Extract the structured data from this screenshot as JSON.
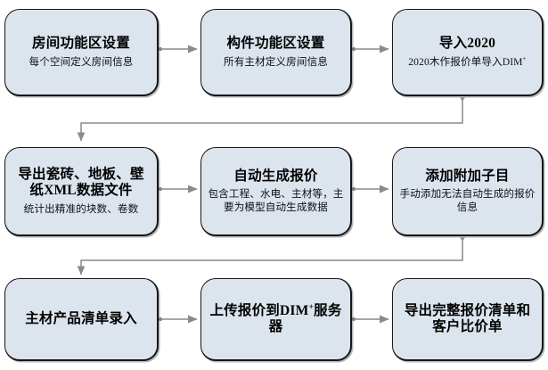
{
  "diagram": {
    "title_text": "",
    "background_color": "#ffffff",
    "node_fill_color": "#dce4ee",
    "node_border_color": "#161616",
    "connector_color": "#808080",
    "nodes": [
      {
        "id": "room-function-zone-setup",
        "title": "房间功能区设置",
        "subtitle": "每个空间定义房间信息",
        "row": 1,
        "col": 1
      },
      {
        "id": "component-function-zone-setup",
        "title": "构件功能区设置",
        "subtitle": "所有主材定义房间信息",
        "row": 1,
        "col": 2
      },
      {
        "id": "import-2020",
        "title": "导入2020",
        "subtitle": "2020木作报价单导入DIM⁺",
        "row": 1,
        "col": 3
      },
      {
        "id": "export-tile-floor-wallpaper-xml",
        "title": "导出瓷砖、地板、壁纸XML数据文件",
        "subtitle": "统计出精准的块数、卷数",
        "row": 2,
        "col": 1
      },
      {
        "id": "auto-generate-quotation",
        "title": "自动生成报价",
        "subtitle": "包含工程、水电、主材等，主要为模型自动生成数据",
        "row": 2,
        "col": 2
      },
      {
        "id": "add-attached-subitem",
        "title": "添加附加子目",
        "subtitle": "手动添加无法自动生成的报价信息",
        "row": 2,
        "col": 3
      },
      {
        "id": "main-material-product-list-entry",
        "title": "主材产品清单录入",
        "subtitle": "",
        "row": 3,
        "col": 1
      },
      {
        "id": "upload-quotation-to-dim-server",
        "title": "上传报价到DIM⁺服务器",
        "subtitle": "",
        "row": 3,
        "col": 2
      },
      {
        "id": "export-full-quotation-and-comparison",
        "title": "导出完整报价清单和客户比价单",
        "subtitle": "",
        "row": 3,
        "col": 3
      }
    ],
    "connectors": [
      {
        "id": "arrow-r1c1-to-r1c2",
        "from": "room-function-zone-setup",
        "to": "component-function-zone-setup",
        "kind": "horizontal"
      },
      {
        "id": "arrow-r1c2-to-r1c3",
        "from": "component-function-zone-setup",
        "to": "import-2020",
        "kind": "horizontal"
      },
      {
        "id": "arrow-r1c3-to-r2c1",
        "from": "import-2020",
        "to": "export-tile-floor-wallpaper-xml",
        "kind": "row-wrap"
      },
      {
        "id": "arrow-r2c1-to-r2c2",
        "from": "export-tile-floor-wallpaper-xml",
        "to": "auto-generate-quotation",
        "kind": "horizontal"
      },
      {
        "id": "arrow-r2c2-to-r2c3",
        "from": "auto-generate-quotation",
        "to": "add-attached-subitem",
        "kind": "horizontal"
      },
      {
        "id": "arrow-r2c3-to-r3c1",
        "from": "add-attached-subitem",
        "to": "main-material-product-list-entry",
        "kind": "row-wrap"
      },
      {
        "id": "arrow-r3c1-to-r3c2",
        "from": "main-material-product-list-entry",
        "to": "upload-quotation-to-dim-server",
        "kind": "horizontal"
      },
      {
        "id": "arrow-r3c2-to-r3c3",
        "from": "upload-quotation-to-dim-server",
        "to": "export-full-quotation-and-comparison",
        "kind": "horizontal"
      }
    ]
  }
}
